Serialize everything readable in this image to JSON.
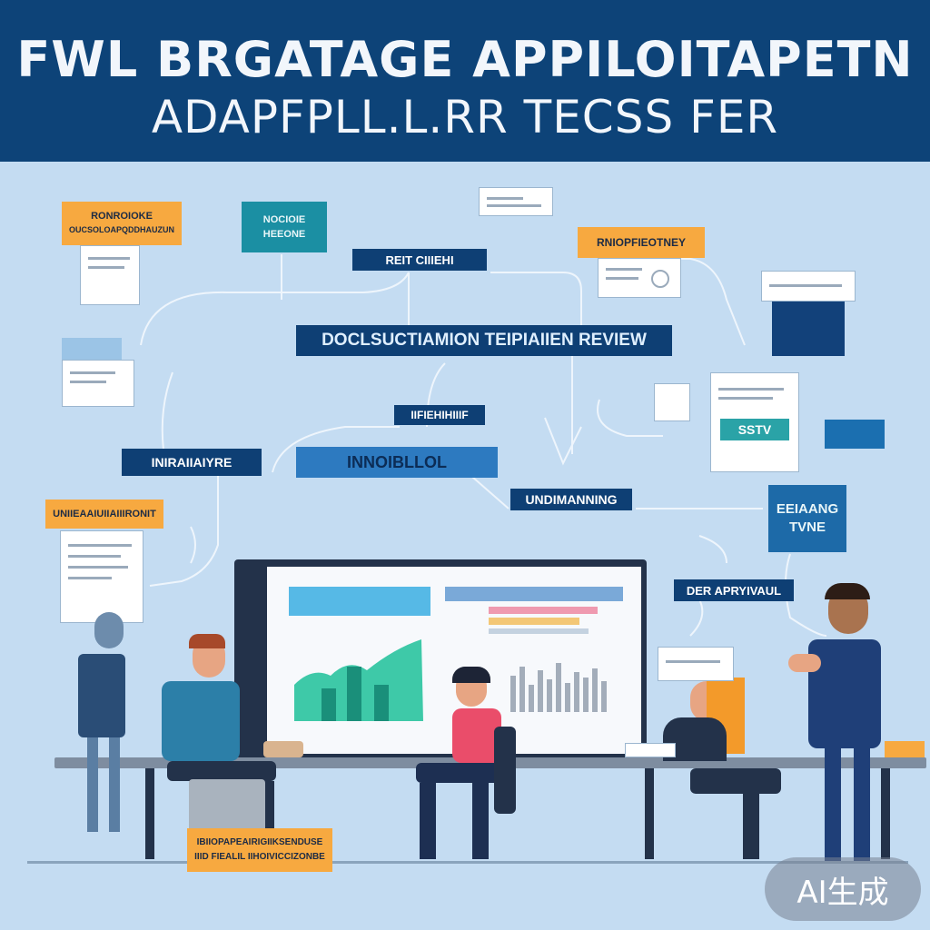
{
  "header": {
    "title_line1": "FWL BRGATAGE APPILOITAPETN",
    "title_line2": "ADAPFPLL.L.RR TECSS FER"
  },
  "labels": {
    "top_left_tag": "RONROIOKE",
    "top_left_sub": "OUCSOLOAPQDDHAUZUN",
    "teal_card_line1": "NOCIOIE",
    "teal_card_line2": "HEEONE",
    "center_top": "REIT CIIIEHI",
    "orange_right": "RNIOPFIEOTNEY",
    "main_banner": "DOCLSUCTIAMION TEIPIAIIEN REVIEW",
    "mid_small": "IIFIEHIHIIIF",
    "left_mid": "INIRAIIAIYRE",
    "center_mid": "INNOIBLLOL",
    "under_banner": "UNDIMANNING",
    "right_card_line1": "EEIAANG",
    "right_card_line2": "TVNE",
    "left_orange": "UNIIEAAIUIIAIIIRONIT",
    "approval": "DER APRYIVAUL",
    "bottom_note_line1": "IBIIOPAPEAIRIGIIKSENDUSE",
    "bottom_note_line2": "IIID FIEALIL IIHOIVICCIZONBE",
    "tv_text": "SSTV",
    "ai_badge": "AI生成"
  },
  "colors": {
    "header_bg": "#0d4378",
    "background": "#c4dcf2",
    "navy": "#0e3f74",
    "orange": "#f7a940",
    "teal": "#1b8fa3",
    "chart_green": "#3ec9a8",
    "person_pink": "#ea4d6a",
    "person_blue": "#2c7fa8"
  },
  "icons": [
    "person-icon",
    "monitor-icon",
    "document-icon",
    "chart-icon",
    "chair-icon"
  ]
}
